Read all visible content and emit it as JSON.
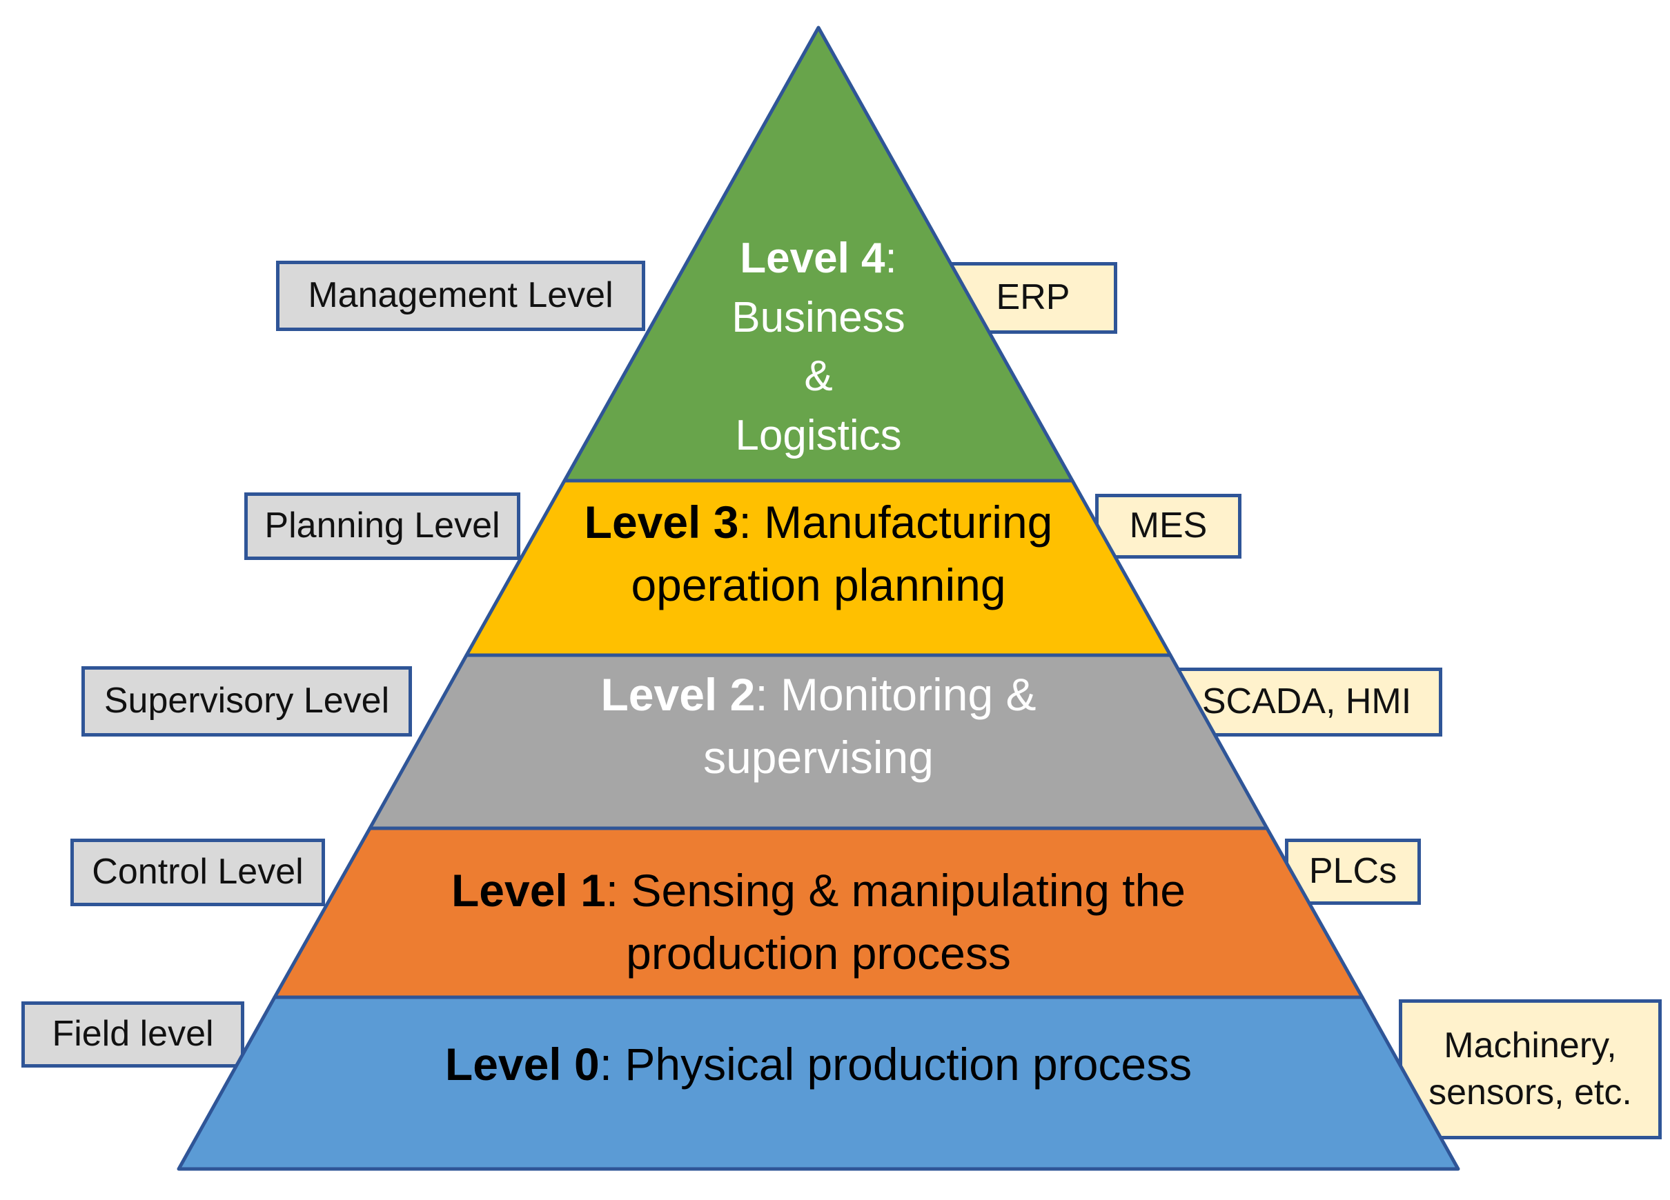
{
  "diagram": {
    "type": "automation-pyramid"
  },
  "colors": {
    "outline": "#2F5597",
    "left_label_bg": "#D9D9D9",
    "right_label_bg": "#FFF2CC"
  },
  "pyramid": {
    "levels": [
      {
        "id": "level-4",
        "fill": "#68A44B",
        "text_color": "#FFFFFF",
        "title_bold": "Level 4",
        "title_rest": ":",
        "extra_lines": [
          "Business",
          "&",
          "Logistics"
        ],
        "left_label": "Management Level",
        "right_label": "ERP"
      },
      {
        "id": "level-3",
        "fill": "#FFC000",
        "text_color": "#000000",
        "title_bold": "Level 3",
        "title_rest": ": Manufacturing",
        "extra_lines": [
          "operation planning"
        ],
        "left_label": "Planning Level",
        "right_label": "MES"
      },
      {
        "id": "level-2",
        "fill": "#A6A6A6",
        "text_color": "#FFFFFF",
        "title_bold": "Level 2",
        "title_rest": ": Monitoring &",
        "extra_lines": [
          "supervising"
        ],
        "left_label": "Supervisory Level",
        "right_label": "SCADA, HMI"
      },
      {
        "id": "level-1",
        "fill": "#ED7D31",
        "text_color": "#000000",
        "title_bold": "Level 1",
        "title_rest": ": Sensing & manipulating the",
        "extra_lines": [
          "production process"
        ],
        "left_label": "Control Level",
        "right_label": "PLCs"
      },
      {
        "id": "level-0",
        "fill": "#5B9BD5",
        "text_color": "#000000",
        "title_bold": "Level 0",
        "title_rest": ": Physical production process",
        "extra_lines": [],
        "left_label": "Field level",
        "right_label_lines": [
          "Machinery,",
          "sensors, etc."
        ]
      }
    ]
  }
}
